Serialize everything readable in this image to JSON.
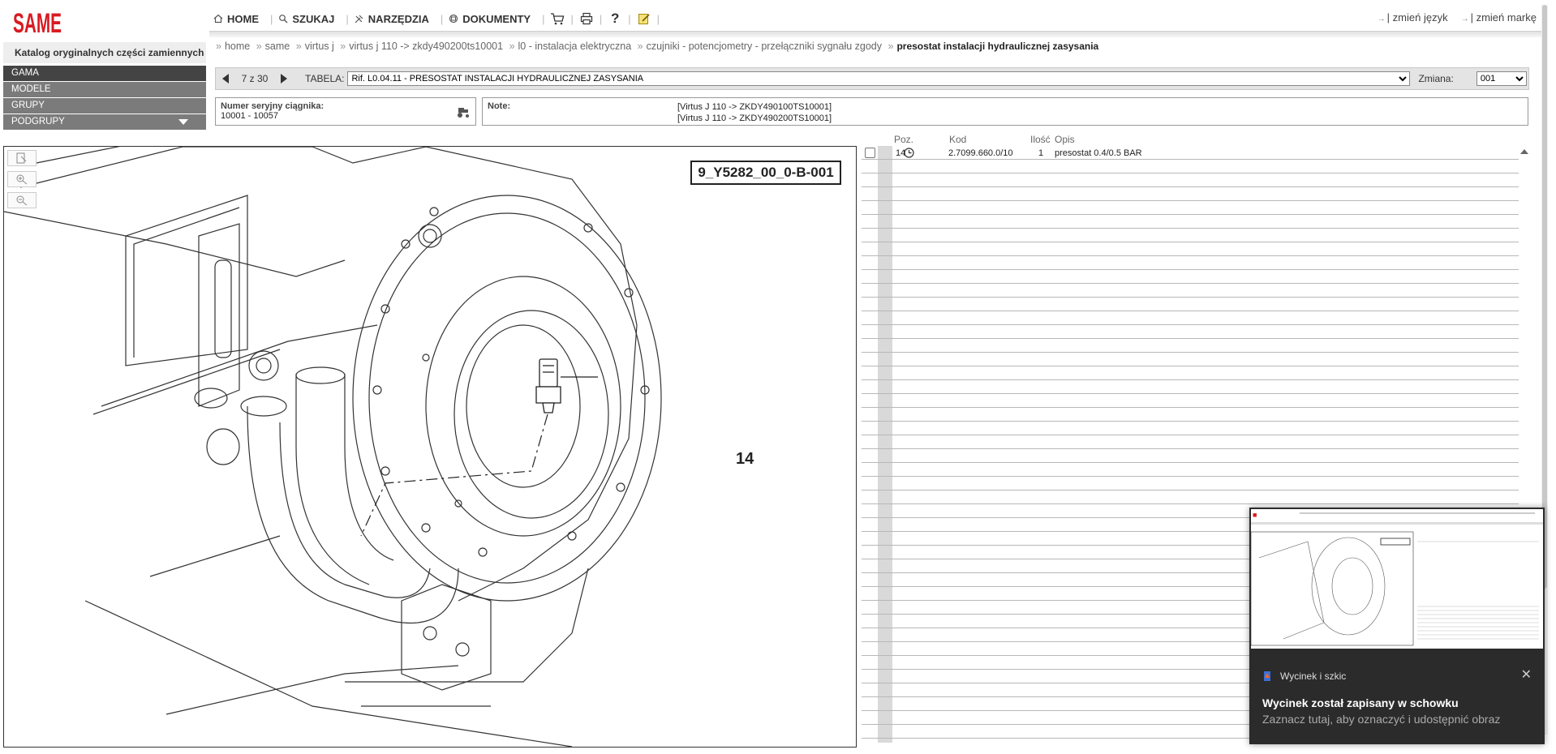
{
  "logo": {
    "text": "SAME",
    "color": "#d91a21"
  },
  "nav": {
    "items": [
      {
        "label": "HOME",
        "icon": "home-icon"
      },
      {
        "label": "SZUKAJ",
        "icon": "search-icon"
      },
      {
        "label": "NARZĘDZIA",
        "icon": "tools-icon"
      },
      {
        "label": "DOKUMENTY",
        "icon": "documents-icon"
      }
    ],
    "tools": [
      "cart-icon",
      "print-icon",
      "help-icon",
      "notes-icon"
    ],
    "right": {
      "language": "zmień język",
      "brand": "zmień markę"
    }
  },
  "sidebar": {
    "title": "Katalog oryginalnych części zamiennych",
    "items": [
      {
        "label": "GAMA"
      },
      {
        "label": "MODELE"
      },
      {
        "label": "GRUPY"
      },
      {
        "label": "PODGRUPY"
      }
    ]
  },
  "breadcrumb": {
    "items": [
      "home",
      "same",
      "virtus j",
      "virtus j 110 -> zkdy490200ts10001",
      "l0 - instalacja elektryczna",
      "czujniki - potencjometry - przełączniki sygnału zgody"
    ],
    "current": "presostat instalacji hydraulicznej zasysania"
  },
  "tablebar": {
    "pager": "7 z 30",
    "table_label": "TABELA:",
    "table_value": "Rif. L0.04.11 - PRESOSTAT INSTALACJI HYDRAULICZNEJ ZASYSANIA",
    "change_label": "Zmiana:",
    "change_value": "001"
  },
  "serial": {
    "label": "Numer seryjny ciągnika:",
    "value": "10001 - 10057"
  },
  "note": {
    "label": "Note:",
    "lines": [
      "[Virtus J 110 -> ZKDY490100TS10001]",
      "[Virtus J 110 -> ZKDY490200TS10001]"
    ]
  },
  "drawing": {
    "figure_id": "9_Y5282_00_0-B-001",
    "callout": "14"
  },
  "parts": {
    "headers": {
      "pos": "Poz.",
      "code": "Kod",
      "qty": "Ilość",
      "desc": "Opis"
    },
    "rows": [
      {
        "pos": "14",
        "code": "2.7099.660.0/10",
        "qty": "1",
        "desc": "presostat 0.4/0.5 BAR"
      }
    ]
  },
  "toast": {
    "app": "Wycinek i szkic",
    "title": "Wycinek został zapisany w schowku",
    "message": "Zaznacz tutaj, aby oznaczyć i udostępnić obraz"
  }
}
